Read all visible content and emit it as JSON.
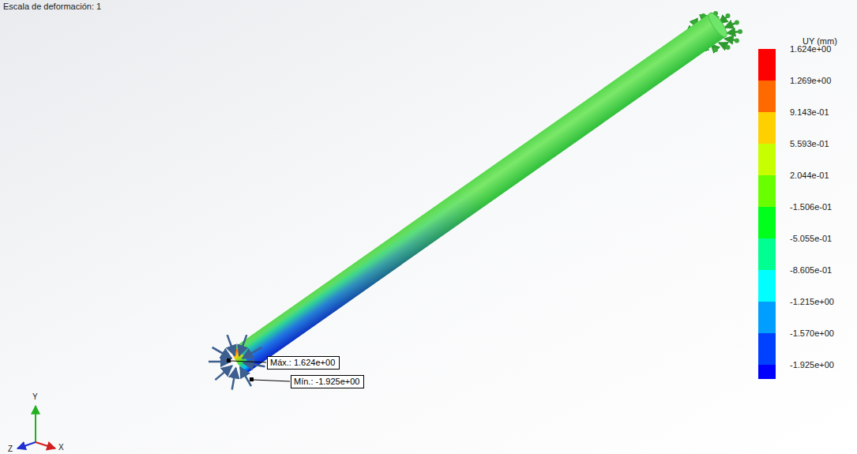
{
  "diagram": {
    "nodes": [
      {
        "text": [
          "Máx.: 1.624e+00"
        ]
      },
      {
        "text": [
          "Mín.: -1.925e+00"
        ]
      }
    ],
    "labels": [
      "Escala de deformación: 1",
      "UY (mm)",
      "Y",
      "Z",
      "X"
    ],
    "legend": [
      {
        "text": "1.624e+00",
        "color": "#ff0000"
      },
      {
        "text": "1.269e+00",
        "color": "#ff6a00"
      },
      {
        "text": "9.143e-01",
        "color": "#ffd000"
      },
      {
        "text": "5.593e-01",
        "color": "#c8ff00"
      },
      {
        "text": "2.044e-01",
        "color": "#6aff00"
      },
      {
        "text": "-1.506e-01",
        "color": "#00ff1a"
      },
      {
        "text": "-5.055e-01",
        "color": "#00ff90"
      },
      {
        "text": "-8.605e-01",
        "color": "#00ffff"
      },
      {
        "text": "-1.215e+00",
        "color": "#009fff"
      },
      {
        "text": "-1.570e+00",
        "color": "#0040ff"
      },
      {
        "text": "-1.925e+00",
        "color": "#0000ff"
      }
    ]
  }
}
